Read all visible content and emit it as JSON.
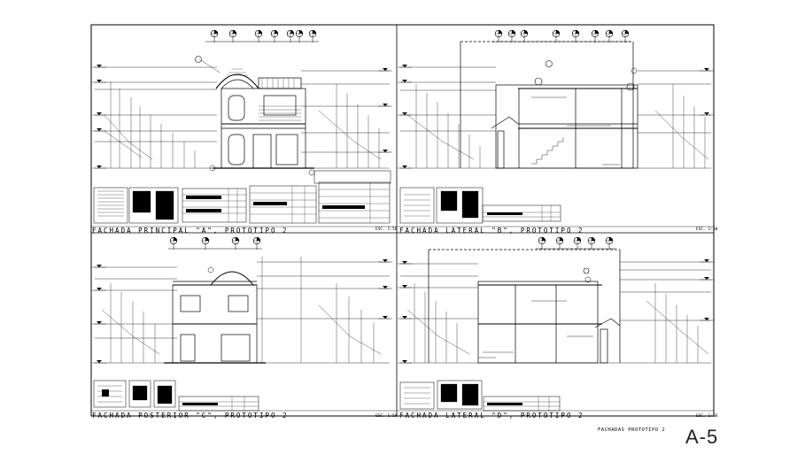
{
  "panels": [
    {
      "caption": "FACHADA  PRINCIPAL  \"A\",  PROTOTIPO  2",
      "scale": "ESC. 1:50"
    },
    {
      "caption": "FACHADA  LATERAL  \"B\",  PROTOTIPO  2",
      "scale": "ESC. 1:50"
    },
    {
      "caption": "FACHADA  POSTERIOR  \"C\",  PROTOTIPO  2",
      "scale": "ESC. 1:50"
    },
    {
      "caption": "FACHADA  LATERAL  \"D\",  PROTOTIPO  2",
      "scale": "ESC. 1:50"
    }
  ],
  "sheet": {
    "title": "FACHADAS PROTOTIPO 2",
    "number": "A-5"
  }
}
